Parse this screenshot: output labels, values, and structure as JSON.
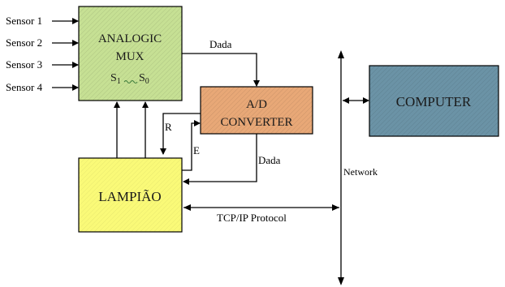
{
  "sensors": [
    "Sensor 1",
    "Sensor 2",
    "Sensor 3",
    "Sensor 4"
  ],
  "mux": {
    "line1": "ANALOGIC",
    "line2": "MUX",
    "sel_a": "S",
    "sel_a_sub": "1",
    "sel_b": "S",
    "sel_b_sub": "0"
  },
  "adc": {
    "line1": "A/D",
    "line2": "CONVERTER"
  },
  "computer": "COMPUTER",
  "lampiao": "LAMPIÃO",
  "labels": {
    "dada_top": "Dada",
    "dada_bottom": "Dada",
    "r": "R",
    "e": "E",
    "network": "Network",
    "tcpip": "TCP/IP Protocol"
  },
  "colors": {
    "mux_fill": "#c6e094",
    "adc_fill": "#e8a877",
    "computer_fill": "#6b93a6",
    "lampiao_fill": "#fafa78"
  }
}
